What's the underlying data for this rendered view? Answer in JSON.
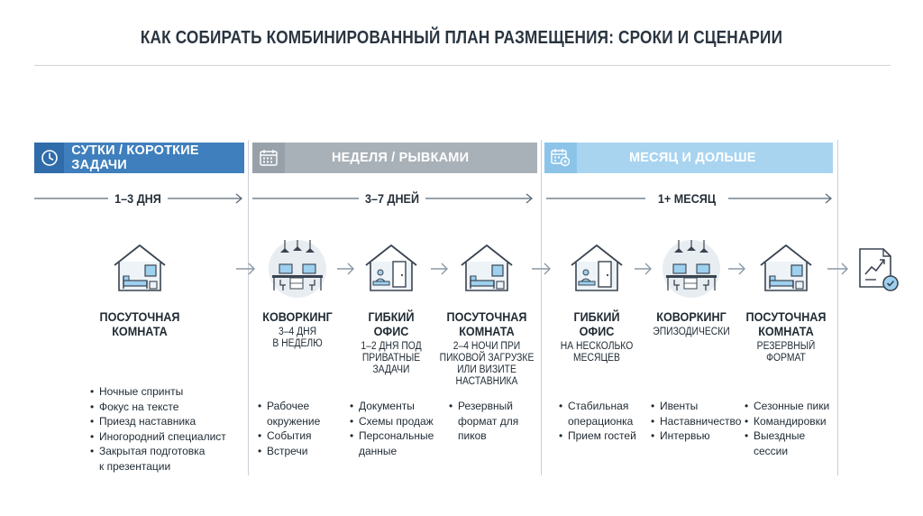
{
  "title": "КАК СОБИРАТЬ КОМБИНИРОВАННЫЙ ПЛАН РАЗМЕЩЕНИЯ: СРОКИ И СЦЕНАРИИ",
  "phases": [
    {
      "header": "СУТКИ / КОРОТКИЕ ЗАДАЧИ",
      "icon": "clock-icon",
      "duration": "1–3 ДНЯ",
      "color": "#3f7fbd"
    },
    {
      "header": "НЕДЕЛЯ / РЫВКАМИ",
      "icon": "calendar-icon",
      "duration": "3–7 ДНЕЙ",
      "color": "#a9b1b8"
    },
    {
      "header": "МЕСЯЦ И ДОЛЬШЕ",
      "icon": "calendar-settings-icon",
      "duration": "1+ МЕСЯЦ",
      "color": "#a9d4f0"
    }
  ],
  "options": [
    {
      "name1": "ПОСУТОЧНАЯ",
      "name2": "КОМНАТА",
      "sub": [
        "",
        ""
      ],
      "icon": "bedroom-house-icon",
      "bullets": [
        "Ночные спринты",
        "Фокус на тексте",
        "Приезд наставника",
        "Иногородний специалист",
        "Закрытая подготовка",
        "к презентации"
      ]
    },
    {
      "name1": "КОВОРКИНГ",
      "name2": "",
      "sub": [
        "3–4 ДНЯ",
        "В НЕДЕЛЮ",
        ""
      ],
      "icon": "coworking-desks-icon",
      "bullets": [
        "Рабочее",
        "окружение",
        "События",
        "Встречи"
      ]
    },
    {
      "name1": "ГИБКИЙ",
      "name2": "ОФИС",
      "sub": [
        "1–2 ДНЯ ПОД",
        "ПРИВАТНЫЕ",
        "ЗАДАЧИ"
      ],
      "icon": "office-house-icon",
      "bullets": [
        "Документы",
        "Схемы продаж",
        "Персональные",
        "данные"
      ]
    },
    {
      "name1": "ПОСУТОЧНАЯ",
      "name2": "КОМНАТА",
      "sub": [
        "2–4 НОЧИ ПРИ",
        "ПИКОВОЙ ЗАГРУЗКЕ",
        "ИЛИ ВИЗИТЕ",
        "НАСТАВНИКА"
      ],
      "icon": "bedroom-house-icon",
      "bullets": [
        "Резервный",
        "формат для",
        "пиков"
      ]
    },
    {
      "name1": "ГИБКИЙ",
      "name2": "ОФИС",
      "sub": [
        "НА НЕСКОЛЬКО",
        "МЕСЯЦЕВ"
      ],
      "icon": "office-house-icon",
      "bullets": [
        "Стабильная",
        "операционка",
        "Прием гостей"
      ]
    },
    {
      "name1": "КОВОРКИНГ",
      "name2": "",
      "sub": [
        "ЭПИЗОДИЧЕСКИ"
      ],
      "icon": "coworking-desks-icon",
      "bullets": [
        "Ивенты",
        "Наставничество",
        "Интервью"
      ]
    },
    {
      "name1": "ПОСУТОЧНАЯ",
      "name2": "КОМНАТА",
      "sub": [
        "РЕЗЕРВНЫЙ",
        "ФОРМАТ"
      ],
      "icon": "bedroom-house-icon",
      "bullets": [
        "Сезонные пики",
        "Командировки",
        "Выездные",
        "сессии"
      ]
    }
  ],
  "final_icon": "plan-checklist-icon"
}
